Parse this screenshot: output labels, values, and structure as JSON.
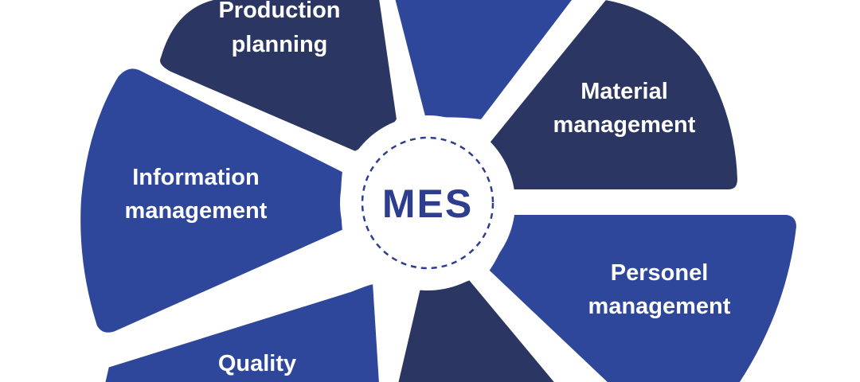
{
  "center": {
    "label": "MES",
    "text_color": "#2e3e8e",
    "ring_color": "#2e3e8e"
  },
  "colors": {
    "dark": "#2b3762",
    "medium": "#2e479b",
    "background": "#ffffff"
  },
  "segments": [
    {
      "id": "production-planning",
      "lines": [
        "Production",
        "planning"
      ],
      "tone": "dark"
    },
    {
      "id": "top-segment",
      "lines": [],
      "tone": "medium"
    },
    {
      "id": "material-management",
      "lines": [
        "Material",
        "management"
      ],
      "tone": "dark"
    },
    {
      "id": "personel-management",
      "lines": [
        "Personel",
        "management"
      ],
      "tone": "medium"
    },
    {
      "id": "bottom-segment",
      "lines": [],
      "tone": "dark"
    },
    {
      "id": "quality",
      "lines": [
        "Quality"
      ],
      "tone": "medium"
    },
    {
      "id": "information-management",
      "lines": [
        "Information",
        "management"
      ],
      "tone": "medium"
    }
  ]
}
